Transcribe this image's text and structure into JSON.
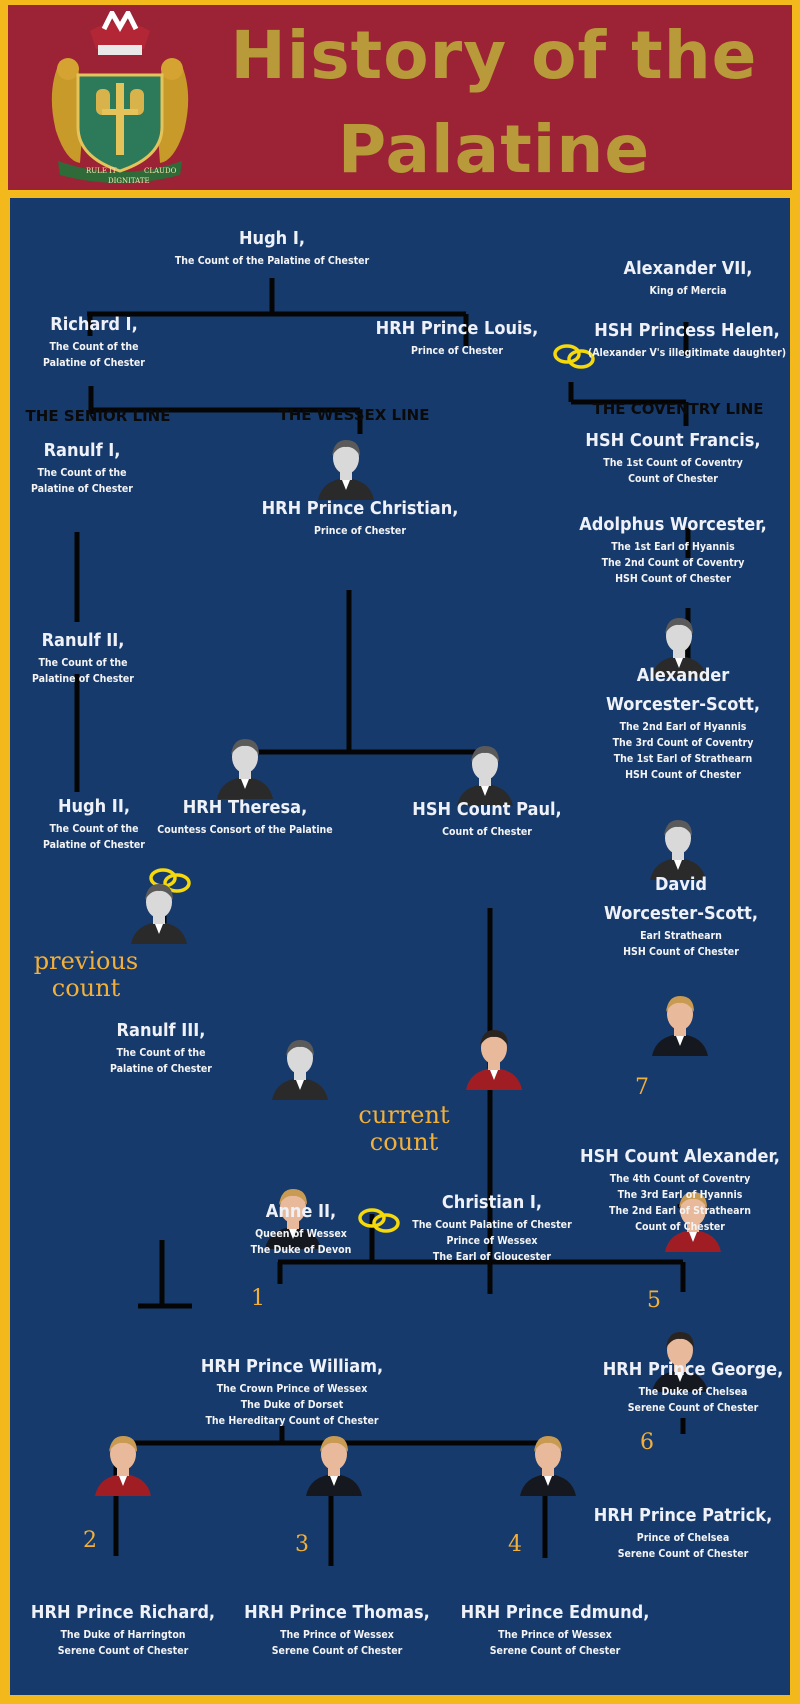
{
  "header": {
    "title_line1": "History of the",
    "title_line2": "Palatine Succession"
  },
  "crest": {
    "motto_left": "RULE IT",
    "motto_center": "DIGNITATE",
    "motto_right": "CLAUDO"
  },
  "lines": {
    "senior": "THE SENIOR LINE",
    "wessex": "THE WESSEX LINE",
    "coventry": "THE COVENTRY LINE"
  },
  "notes": {
    "previous": "previous\ncount",
    "current": "current\ncount"
  },
  "people": {
    "hugh1": {
      "name": "Hugh I,",
      "titles": [
        "The Count of the Palatine of Chester"
      ]
    },
    "alexander7": {
      "name": "Alexander VII,",
      "titles": [
        "King of Mercia"
      ]
    },
    "richard1": {
      "name": "Richard I,",
      "titles": [
        "The Count of the",
        "Palatine of Chester"
      ]
    },
    "louis": {
      "name": "HRH Prince Louis,",
      "titles": [
        "Prince of Chester"
      ]
    },
    "helen": {
      "name": "HSH Princess Helen,",
      "titles": [
        "(Alexander V's illegitimate daughter)"
      ]
    },
    "ranulf1": {
      "name": "Ranulf I,",
      "titles": [
        "The Count of the",
        "Palatine of Chester"
      ]
    },
    "christian_prince": {
      "name": "HRH Prince Christian,",
      "titles": [
        "Prince of Chester"
      ]
    },
    "francis": {
      "name": "HSH Count Francis,",
      "titles": [
        "The 1st Count of Coventry",
        "Count of Chester"
      ]
    },
    "adolphus": {
      "name": "Adolphus Worcester,",
      "titles": [
        "The 1st Earl of Hyannis",
        "The 2nd Count of Coventry",
        "HSH Count of Chester"
      ]
    },
    "ranulf2": {
      "name": "Ranulf II,",
      "titles": [
        "The Count of the",
        "Palatine of Chester"
      ]
    },
    "alexander_ws": {
      "name": "Alexander\nWorcester-Scott,",
      "titles": [
        "The 2nd  Earl of Hyannis",
        "The 3rd Count of Coventry",
        "The 1st Earl of Strathearn",
        "HSH Count of Chester"
      ]
    },
    "hugh2": {
      "name": "Hugh II,",
      "titles": [
        "The Count of the",
        "Palatine of Chester"
      ]
    },
    "theresa": {
      "name": "HRH Theresa,",
      "titles": [
        "Countess Consort of the Palatine"
      ]
    },
    "paul": {
      "name": "HSH Count Paul,",
      "titles": [
        "Count of Chester"
      ]
    },
    "david": {
      "name": "David\nWorcester-Scott,",
      "titles": [
        "Earl Strathearn",
        "HSH Count of Chester"
      ]
    },
    "ranulf3": {
      "name": "Ranulf III,",
      "titles": [
        "The Count of the",
        "Palatine of Chester"
      ]
    },
    "count_alexander": {
      "name": "HSH Count Alexander,",
      "titles": [
        "The 4th Count of Coventry",
        "The 3rd Earl of Hyannis",
        "The 2nd Earl of Strathearn",
        "Count of Chester"
      ]
    },
    "anne2": {
      "name": "Anne II,",
      "titles": [
        "Queen of Wessex",
        "The Duke of Devon"
      ]
    },
    "christian1": {
      "name": "Christian I,",
      "titles": [
        "The Count Palatine of Chester",
        "Prince of Wessex",
        "The Earl of Gloucester"
      ]
    },
    "william": {
      "name": "HRH Prince William,",
      "titles": [
        "The Crown Prince of Wessex",
        "The Duke of Dorset",
        "The Hereditary Count of Chester"
      ]
    },
    "george": {
      "name": "HRH Prince George,",
      "titles": [
        "The Duke of Chelsea",
        "Serene Count of Chester"
      ]
    },
    "patrick": {
      "name": "HRH Prince Patrick,",
      "titles": [
        "Prince of Chelsea",
        "Serene Count of Chester"
      ]
    },
    "richard_prince": {
      "name": "HRH Prince Richard,",
      "titles": [
        "The Duke of Harrington",
        "Serene Count of Chester"
      ]
    },
    "thomas": {
      "name": "HRH Prince Thomas,",
      "titles": [
        "The Prince of Wessex",
        "Serene Count of Chester"
      ]
    },
    "edmund": {
      "name": "HRH Prince Edmund,",
      "titles": [
        "The Prince of Wessex",
        "Serene Count of Chester"
      ]
    }
  },
  "numbers": {
    "william": "1",
    "richard_prince": "2",
    "thomas": "3",
    "edmund": "4",
    "george": "5",
    "patrick": "6",
    "count_alexander": "7"
  },
  "colors": {
    "border": "#f2b81c",
    "header_bg": "#9b2335",
    "title": "#b89a3a",
    "panel": "#173a6c",
    "note": "#f2b03a",
    "ring": "#f5d90a"
  }
}
